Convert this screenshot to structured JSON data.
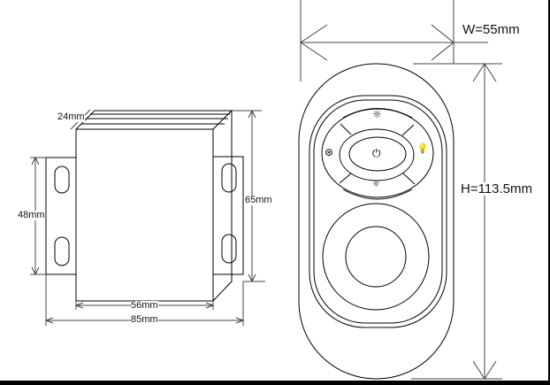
{
  "controller": {
    "depth_label": "24mm",
    "bracket_height_label": "48mm",
    "height_label": "65mm",
    "body_width_label": "56mm",
    "total_width_label": "85mm"
  },
  "remote": {
    "width_label": "W=55mm",
    "height_label": "H=113.5mm",
    "icons": {
      "brightness_up": "☼",
      "brightness_down": "☼",
      "power": "⏻",
      "color_mode": "⊛",
      "light_bulb": "💡"
    }
  }
}
